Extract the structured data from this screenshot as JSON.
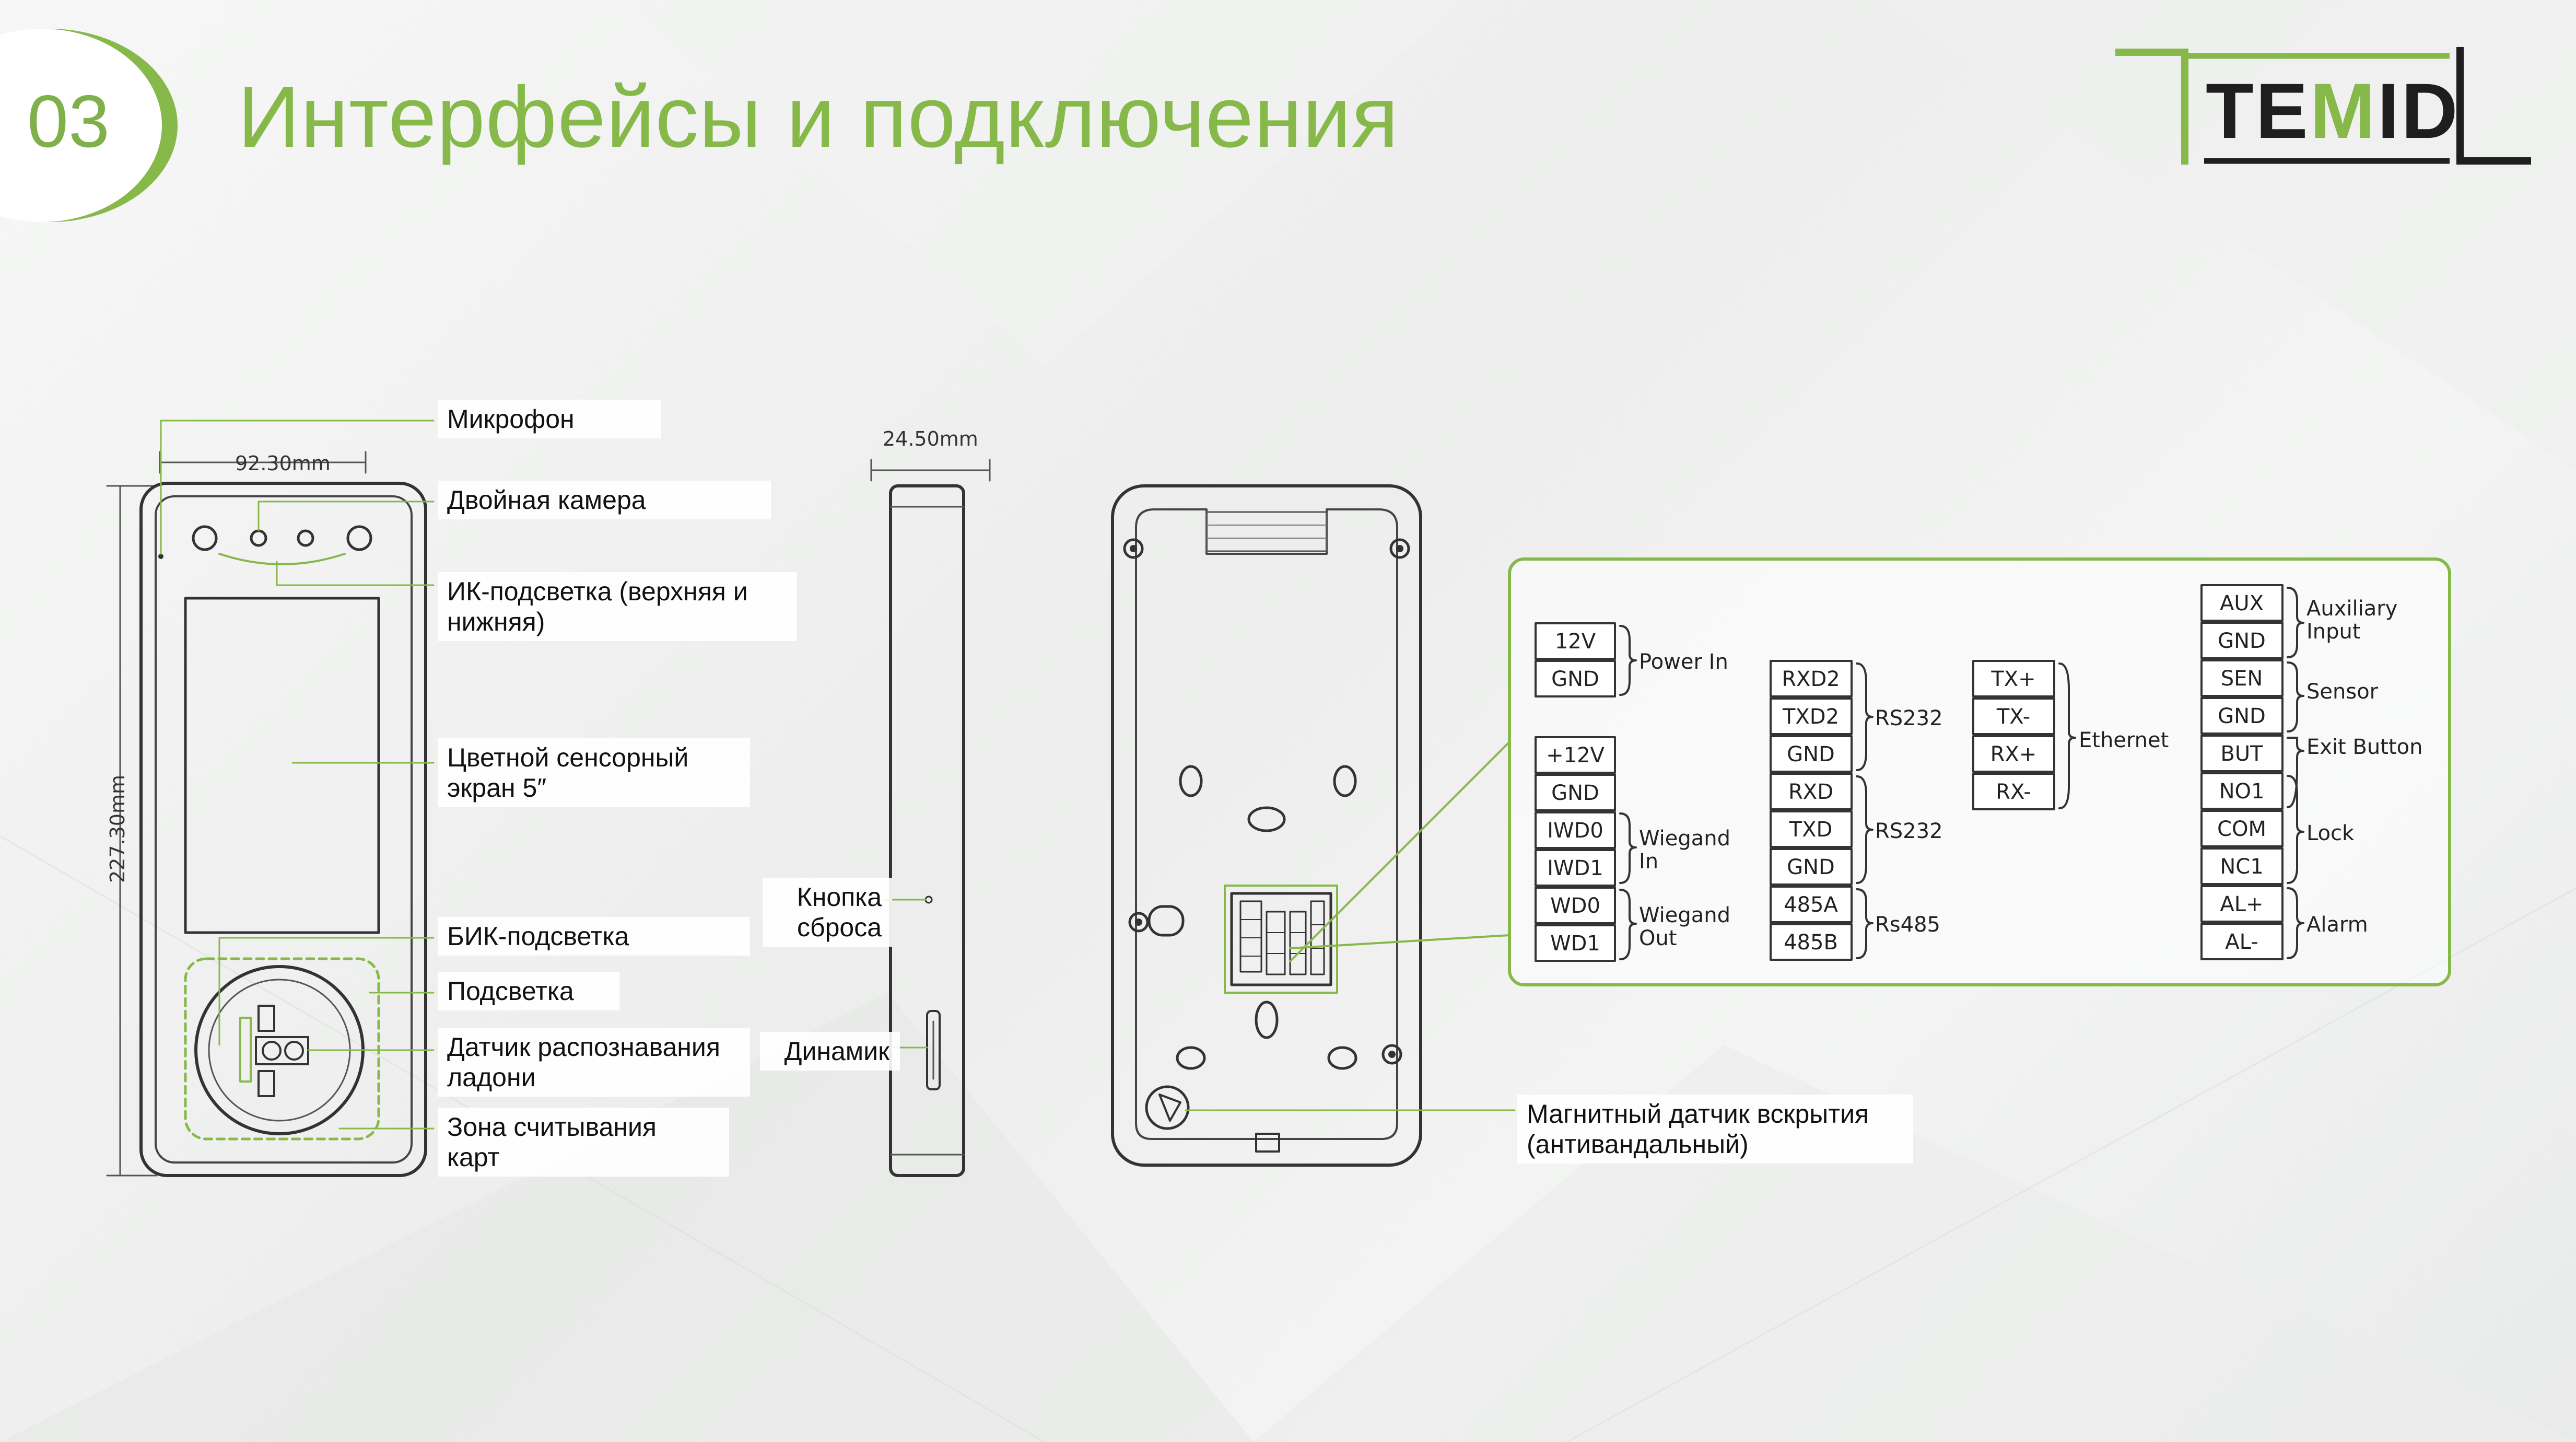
{
  "header": {
    "slide_number": "03",
    "title": "Интерфейсы и подключения",
    "logo_text_start": "TE",
    "logo_text_mid": "M",
    "logo_text_end": "ID",
    "accent_color": "#86b84a"
  },
  "dimensions": {
    "width": "92.30mm",
    "height": "227.30mm",
    "depth": "24.50mm"
  },
  "front_labels": {
    "microphone": "Микрофон",
    "dual_camera": "Двойная камера",
    "ir_light_1": "ИК-подсветка (верхняя и",
    "ir_light_2": "нижняя)",
    "screen_1": "Цветной сенсорный",
    "screen_2": "экран 5″",
    "nir_light": "БИК-подсветка",
    "backlight": "Подсветка",
    "palm_1": "Датчик распознавания",
    "palm_2": "ладони",
    "card_1": "Зона считывания",
    "card_2": "карт"
  },
  "side_labels": {
    "reset_1": "Кнопка",
    "reset_2": "сброса",
    "speaker": "Динамик"
  },
  "rear_labels": {
    "tamper_1": "Магнитный датчик вскрытия",
    "tamper_2": "(антивандальный)"
  },
  "terminals": {
    "power": {
      "pins": [
        "12V",
        "GND"
      ],
      "label": "Power In"
    },
    "wiegand": {
      "pins": [
        "+12V",
        "GND",
        "IWD0",
        "IWD1",
        "WD0",
        "WD1"
      ],
      "in_1": "Wiegand",
      "in_2": "In",
      "out_1": "Wiegand",
      "out_2": "Out"
    },
    "serial": {
      "pins": [
        "RXD2",
        "TXD2",
        "GND",
        "RXD",
        "TXD",
        "GND",
        "485A",
        "485B"
      ],
      "rs232_a": "RS232",
      "rs232_b": "RS232",
      "rs485": "Rs485"
    },
    "ethernet": {
      "pins": [
        "TX+",
        "TX-",
        "RX+",
        "RX-"
      ],
      "label": "Ethernet"
    },
    "io": {
      "pins": [
        "AUX",
        "GND",
        "SEN",
        "GND",
        "BUT",
        "NO1",
        "COM",
        "NC1",
        "AL+",
        "AL-"
      ],
      "aux_1": "Auxiliary",
      "aux_2": "Input",
      "sensor": "Sensor",
      "exit": "Exit Button",
      "lock": "Lock",
      "alarm": "Alarm"
    }
  }
}
